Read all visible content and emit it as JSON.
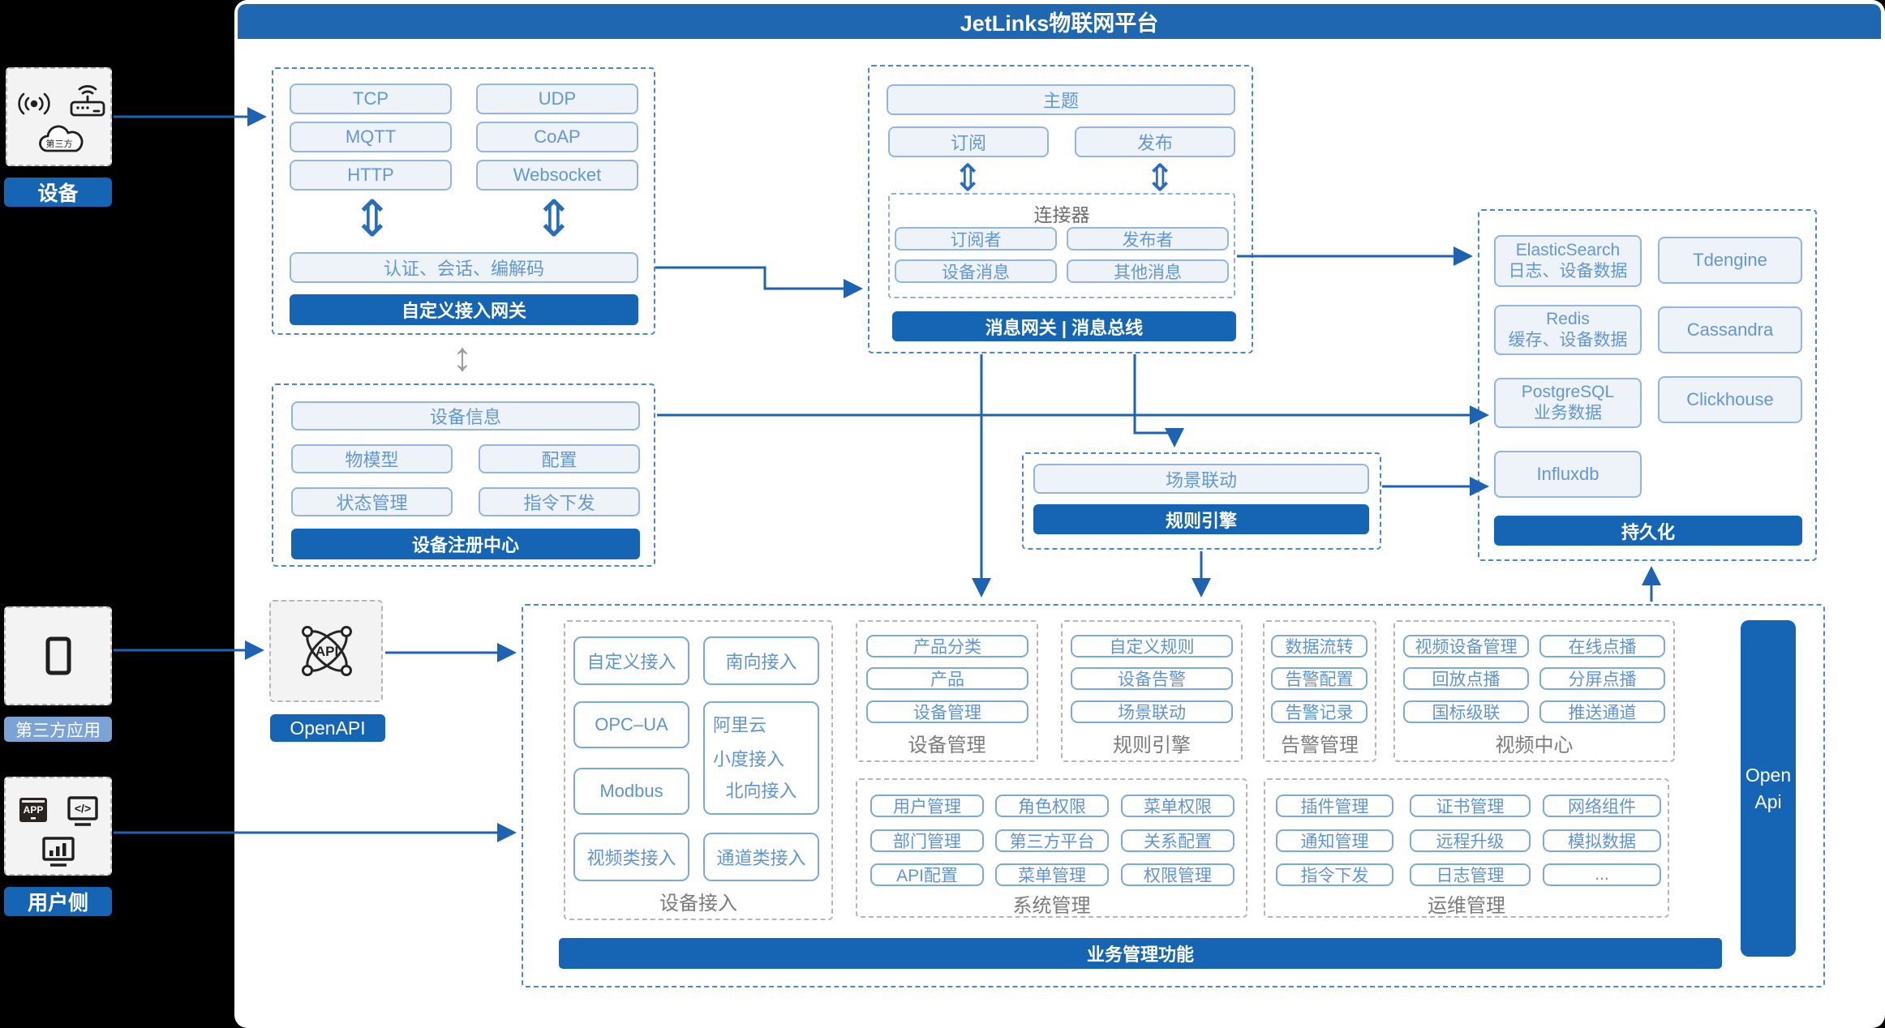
{
  "title": "JetLinks物联网平台",
  "left": {
    "device": {
      "label": "设备",
      "cloud_text": "第三方"
    },
    "third_party": {
      "label": "第三方应用"
    },
    "user": {
      "label": "用户侧"
    }
  },
  "gateway": {
    "protocols": [
      "TCP",
      "UDP",
      "MQTT",
      "CoAP",
      "HTTP",
      "Websocket"
    ],
    "auth": "认证、会话、编解码",
    "footer": "自定义接入网关"
  },
  "registry": {
    "rows": [
      "设备信息",
      "物模型",
      "配置",
      "状态管理",
      "指令下发"
    ],
    "footer": "设备注册中心"
  },
  "broker": {
    "topic": "主题",
    "subscribe": "订阅",
    "publish": "发布",
    "connector": {
      "title": "连接器",
      "items": [
        "订阅者",
        "发布者",
        "设备消息",
        "其他消息"
      ]
    },
    "footer": "消息网关 | 消息总线"
  },
  "persistence": {
    "es1": "ElasticSearch",
    "es2": "日志、设备数据",
    "tdengine": "Tdengine",
    "redis1": "Redis",
    "redis2": "缓存、设备数据",
    "cassandra": "Cassandra",
    "pg1": "PostgreSQL",
    "pg2": "业务数据",
    "clickhouse": "Clickhouse",
    "influxdb": "Influxdb",
    "footer": "持久化"
  },
  "rule": {
    "scene": "场景联动",
    "footer": "规则引擎"
  },
  "openapi": {
    "label": "OpenAPI",
    "icon_text": "API"
  },
  "business": {
    "device_access": {
      "label": "设备接入",
      "boxes": [
        "自定义接入",
        "南向接入",
        "OPC–UA",
        "Modbus",
        "视频类接入",
        "通道类接入"
      ],
      "north": {
        "label": "北向接入",
        "subs": [
          "阿里云",
          "小度接入"
        ]
      }
    },
    "device_mgmt": {
      "label": "设备管理",
      "items": [
        "产品分类",
        "产品",
        "设备管理"
      ]
    },
    "rule_engine": {
      "label": "规则引擎",
      "items": [
        "自定义规则",
        "设备告警",
        "场景联动"
      ]
    },
    "alarm": {
      "label": "告警管理",
      "items": [
        "数据流转",
        "告警配置",
        "告警记录"
      ]
    },
    "video": {
      "label": "视频中心",
      "items": [
        "视频设备管理",
        "在线点播",
        "回放点播",
        "分屏点播",
        "国标级联",
        "推送通道"
      ]
    },
    "system": {
      "label": "系统管理",
      "items": [
        "用户管理",
        "角色权限",
        "菜单权限",
        "部门管理",
        "第三方平台",
        "关系配置",
        "API配置",
        "菜单管理",
        "权限管理"
      ]
    },
    "ops": {
      "label": "运维管理",
      "items": [
        "插件管理",
        "证书管理",
        "网络组件",
        "通知管理",
        "远程升级",
        "模拟数据",
        "指令下发",
        "日志管理",
        "..."
      ]
    },
    "footer": "业务管理功能",
    "open_api_line1": "Open",
    "open_api_line2": "Api"
  },
  "colors": {
    "accent": "#1565b4",
    "title_bar": "#1f67b1",
    "box_text": "#6397d4",
    "arrow": "#1d63b2"
  }
}
